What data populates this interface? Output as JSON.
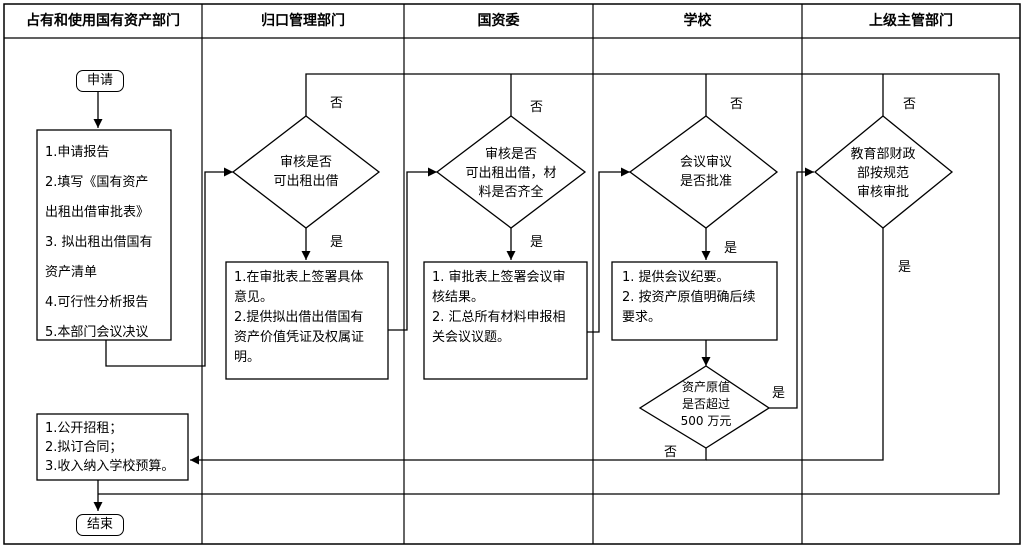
{
  "lanes": [
    {
      "title": "占有和使用国有资产部门"
    },
    {
      "title": "归口管理部门"
    },
    {
      "title": "国资委"
    },
    {
      "title": "学校"
    },
    {
      "title": "上级主管部门"
    }
  ],
  "terminals": {
    "start": "申请",
    "end": "结束"
  },
  "boxes": {
    "apply_docs": [
      "1.申请报告",
      "2.填写《国有资产",
      "出租出借审批表》",
      "3. 拟出租出借国有",
      "资产清单",
      "4.可行性分析报告",
      "5.本部门会议决议"
    ],
    "mgmt_sign": [
      "1.在审批表上签署具体",
      "意见。",
      "2.提供拟出借出借国有",
      "资产价值凭证及权属证",
      "明。"
    ],
    "sasac_sign": [
      "1. 审批表上签署会议审",
      "核结果。",
      "2. 汇总所有材料申报相",
      "关会议议题。"
    ],
    "school_meeting": [
      "1.  提供会议纪要。",
      "2. 按资产原值明确后续",
      "要求。"
    ],
    "final_steps": [
      "1.公开招租；",
      "2.拟订合同；",
      "3.收入纳入学校预算。"
    ]
  },
  "decisions": {
    "mgmt_review": [
      "审核是否",
      "可出租出借"
    ],
    "sasac_review": [
      "审核是否",
      "可出租出借，材",
      "料是否齐全"
    ],
    "school_approve": [
      "会议审议",
      "是否批准"
    ],
    "value_check": [
      "资产原值",
      "是否超过",
      "500 万元"
    ],
    "superior_review": [
      "教育部财政",
      "部按规范",
      "审核审批"
    ]
  },
  "labels": {
    "yes": "是",
    "no": "否"
  }
}
